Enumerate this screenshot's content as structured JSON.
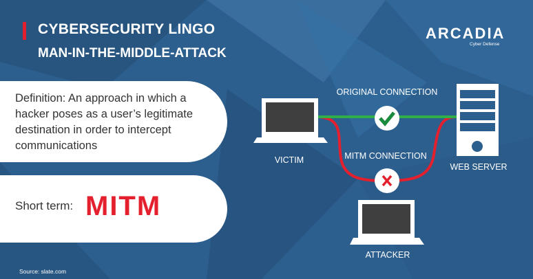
{
  "header": {
    "title": "CYBERSECURITY LINGO",
    "subtitle": "MAN-IN-THE-MIDDLE-ATTACK"
  },
  "brand": {
    "name": "ARCADIA",
    "tagline": "Cyber Defense"
  },
  "definition": {
    "text": "Definition: An approach in which a hacker poses as a user’s legitimate destination in order to intercept communications"
  },
  "short_term": {
    "label": "Short term:",
    "value": "MITM"
  },
  "diagram": {
    "original_connection": "ORIGINAL CONNECTION",
    "mitm_connection": "MITM CONNECTION",
    "victim": "VICTIM",
    "web_server": "WEB SERVER",
    "attacker": "ATTACKER"
  },
  "source": "Source: slate.com",
  "colors": {
    "background": "#2d5f8e",
    "accent": "#e5202e",
    "green": "#2fae4a"
  }
}
